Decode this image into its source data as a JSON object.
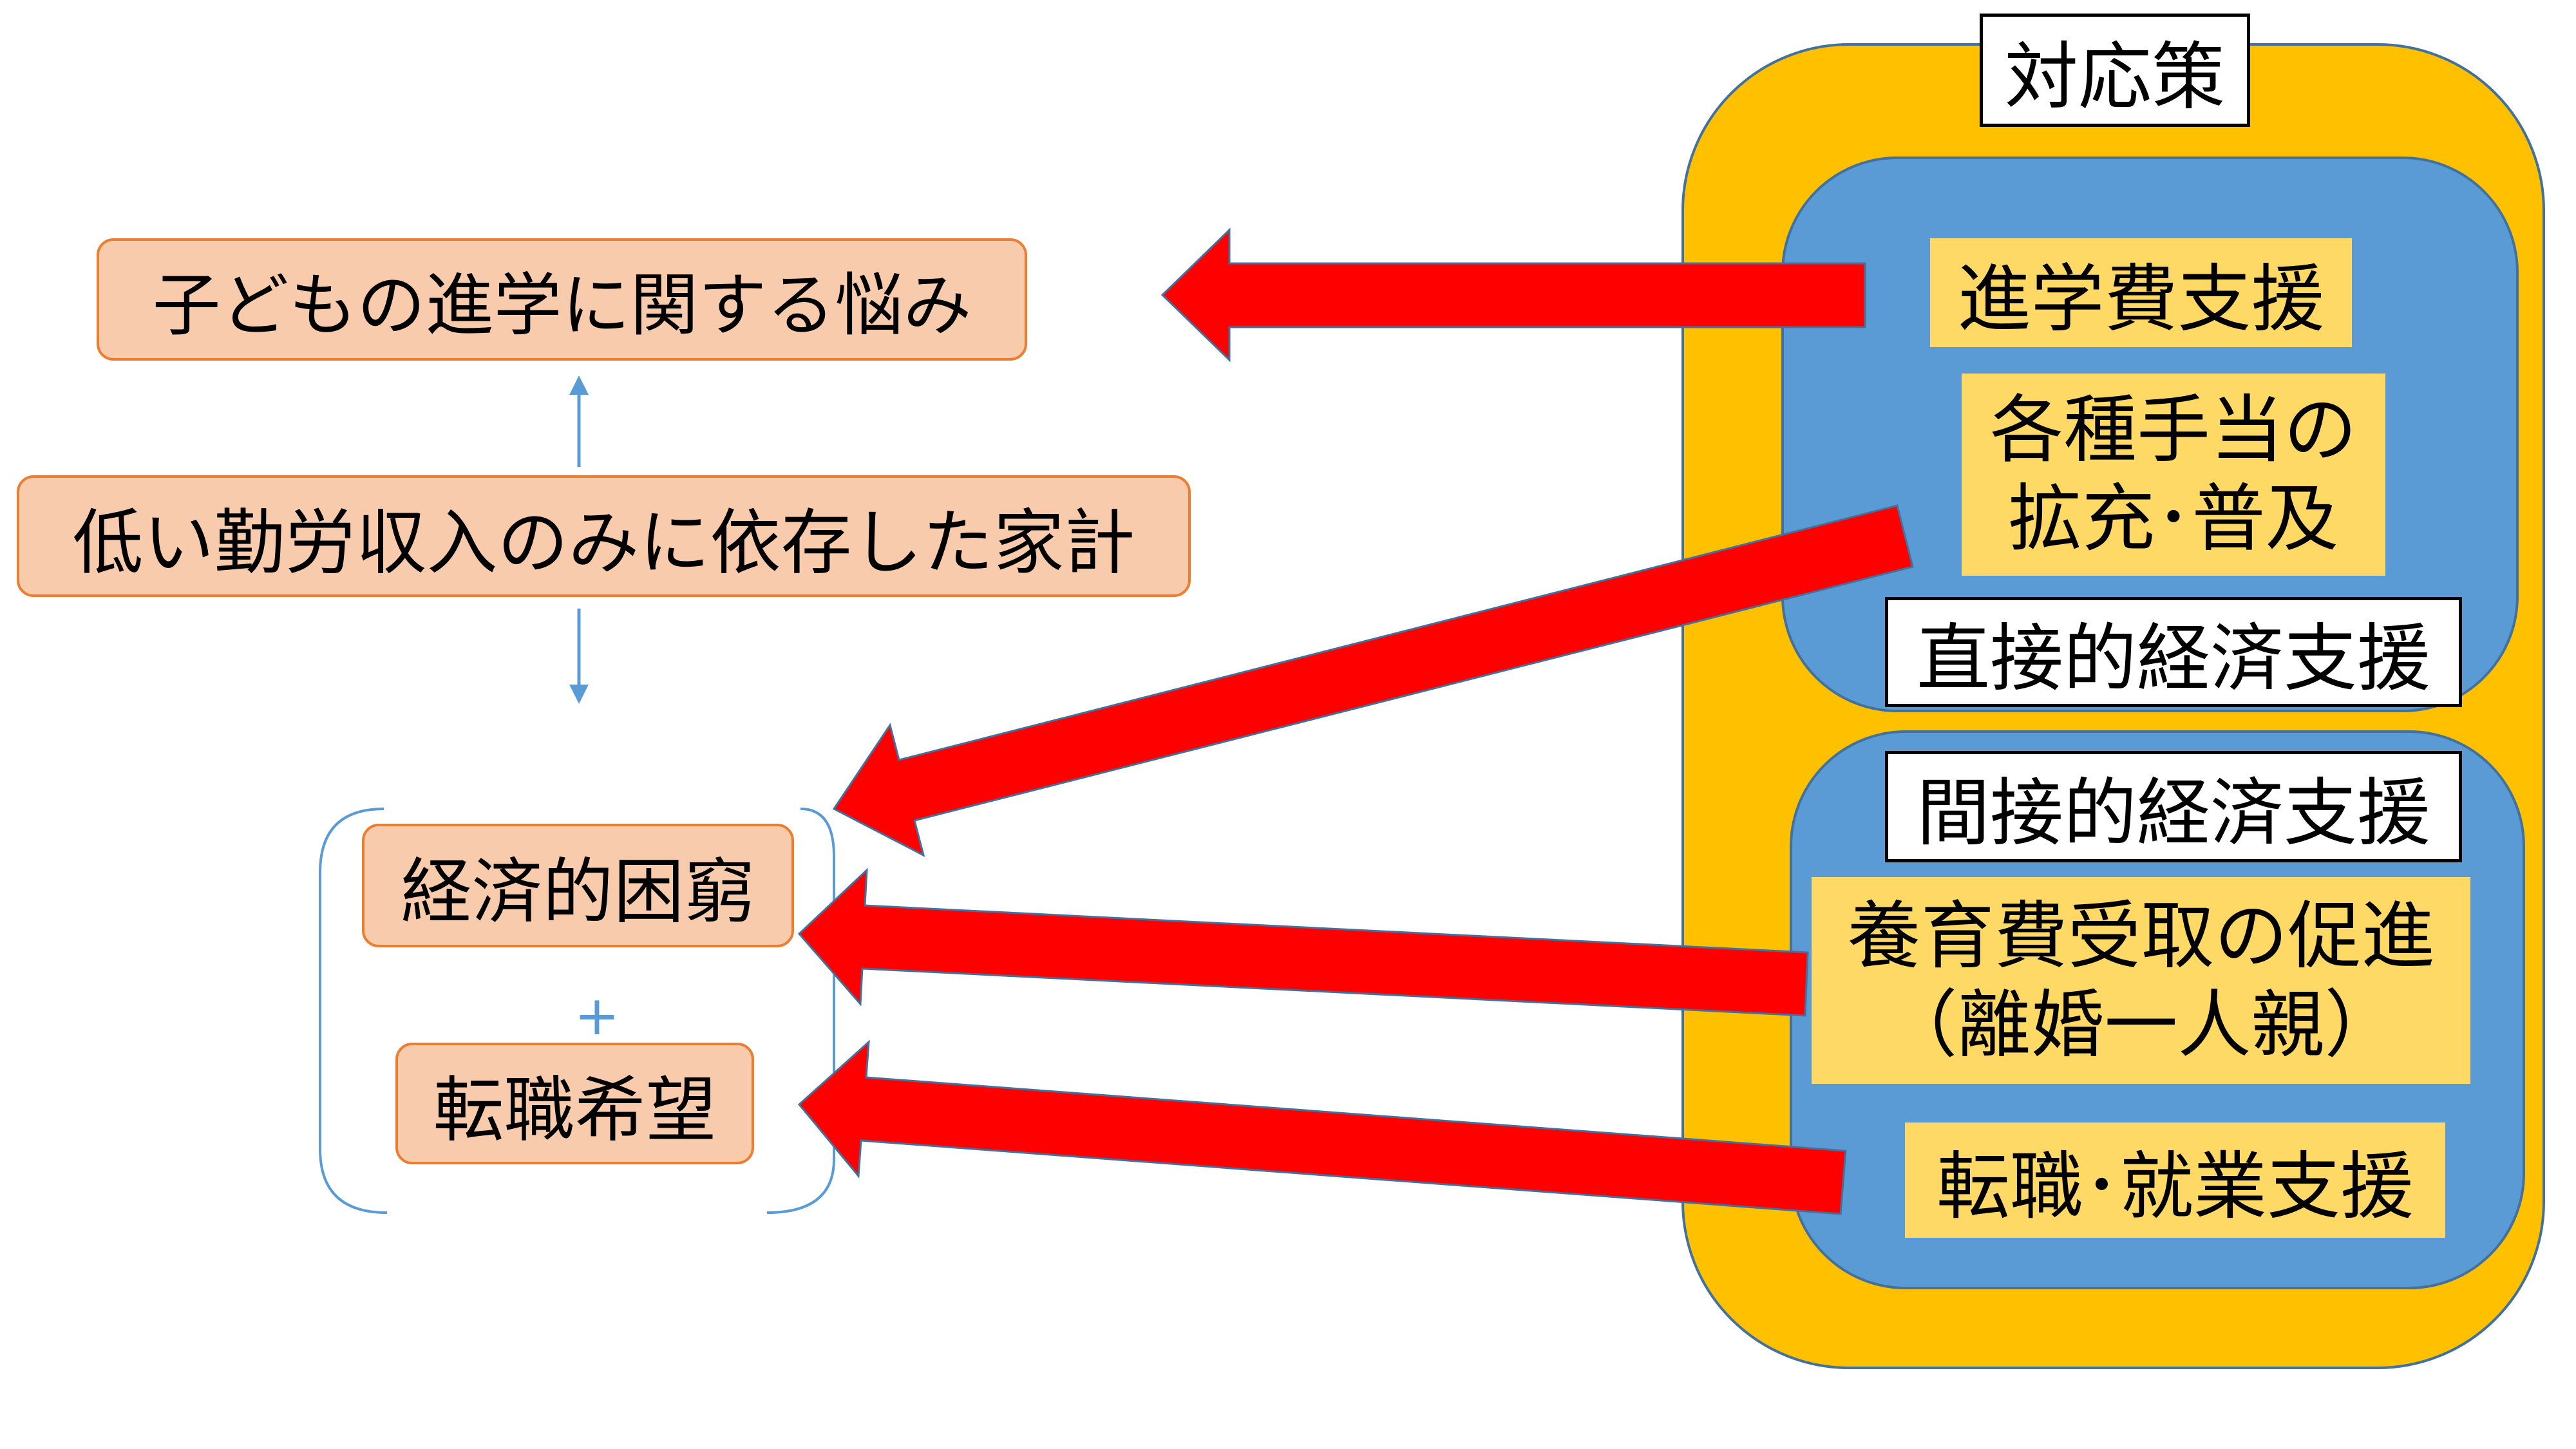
{
  "left_column": {
    "concern": "子どもの進学に関する悩み",
    "household": "低い勤労収入のみに依存した家計",
    "poverty": "経済的困窮",
    "plus": "+",
    "job_change": "転職希望"
  },
  "countermeasures": {
    "title": "対応策",
    "direct": {
      "label": "直接的経済支援",
      "study_support": "進学費支援",
      "allowance_line1": "各種手当の",
      "allowance_line2": "拡充･普及"
    },
    "indirect": {
      "label": "間接的経済支援",
      "child_support_line1": "養育費受取の促進",
      "child_support_line2": "（離婚一人親）",
      "employment_support": "転職･就業支援"
    }
  },
  "colors": {
    "concern_fill": "#F8CBAD",
    "concern_border": "#ED7D31",
    "countermeasure_frame": "#FFC000",
    "support_group": "#5B9BD5",
    "support_item": "#FFD966",
    "arrow": "#FF0000",
    "connector": "#5B9BD5",
    "outline": "#41719C"
  }
}
